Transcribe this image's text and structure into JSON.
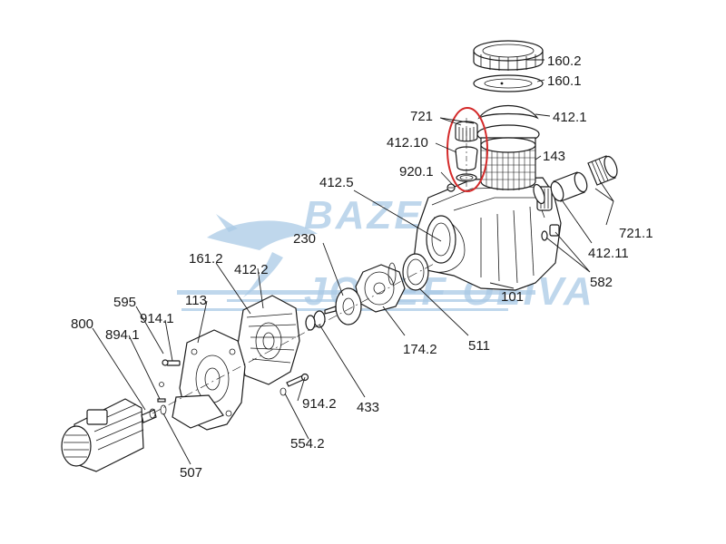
{
  "watermark": {
    "line1": "BAZENY",
    "line2": "JOSEF OLIVA",
    "color": "#a9c9e6"
  },
  "highlight_color": "#d42a2a",
  "labels": {
    "p160_2": "160.2",
    "p160_1": "160.1",
    "p412_1": "412.1",
    "p721": "721",
    "p412_10": "412.10",
    "p143": "143",
    "p920_1": "920.1",
    "p412_5": "412.5",
    "p721_1": "721.1",
    "p412_11": "412.11",
    "p582": "582",
    "p230": "230",
    "p161_2": "161.2",
    "p412_2": "412.2",
    "p101": "101",
    "p595": "595",
    "p113": "113",
    "p914_1": "914.1",
    "p800": "800",
    "p894_1": "894.1",
    "p174_2": "174.2",
    "p511": "511",
    "p433": "433",
    "p914_2": "914.2",
    "p554_2": "554.2",
    "p507": "507"
  }
}
